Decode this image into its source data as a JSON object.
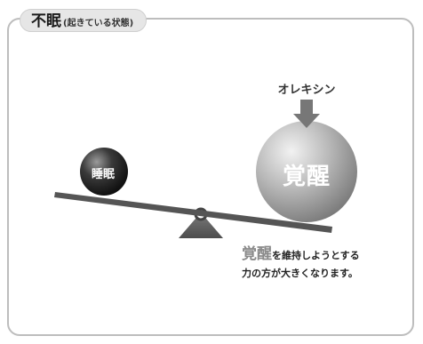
{
  "title": {
    "main": "不眠",
    "sub": "(起きている状態)"
  },
  "sleep_ball": {
    "label": "睡眠"
  },
  "wake_ball": {
    "label": "覚醒"
  },
  "orexin": {
    "label": "オレキシン"
  },
  "caption": {
    "highlight": "覚醒",
    "line1_rest": "を維持しようとする",
    "line2": "力の方が大きくなります。"
  }
}
